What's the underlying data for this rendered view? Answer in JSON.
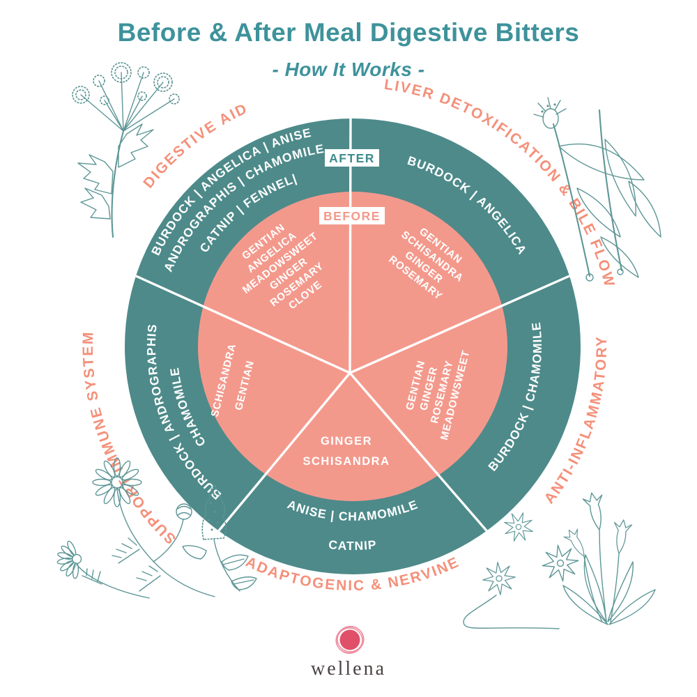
{
  "title": "Before & After Meal Digestive Bitters",
  "subtitle": "- How It Works -",
  "badges": {
    "after": "AFTER",
    "before": "BEFORE"
  },
  "categories": {
    "digestive": "DIGESTIVE AID",
    "liver": "LIVER DETOXIFICATION & BILE FLOW",
    "anti": "ANTI-INFLAMMATORY",
    "adaptogenic": "ADAPTOGENIC & NERVINE",
    "immune": "SUPPORT IMMUNE SYSTEM"
  },
  "ring": {
    "digestive": [
      "BURDOCK | ANGELICA | ANISE",
      "ANDROGRAPHIS | CHAMOMILE",
      "CATNIP | FENNEL|"
    ],
    "liver": [
      "BURDOCK | ANGELICA"
    ],
    "anti": [
      "BURDOCK | CHAMOMILE"
    ],
    "adaptogenic": [
      "ANISE | CHAMOMILE",
      "CATNIP"
    ],
    "immune": [
      "BURDOCK | ANDROGRAPHIS",
      "CHAMOMILE"
    ]
  },
  "inner": {
    "digestive": [
      "GENTIAN",
      "ANGELICA",
      "MEADOWSWEET",
      "GINGER",
      "ROSEMARY",
      "CLOVE"
    ],
    "liver": [
      "GENTIAN",
      "SCHISANDRA",
      "GINGER",
      "ROSEMARY"
    ],
    "anti": [
      "GENTIAN",
      "GINGER",
      "ROSEMARY",
      "MEADOWSWEET"
    ],
    "adaptogenic": [
      "GINGER",
      "SCHISANDRA"
    ],
    "immune": [
      "SCHISANDRA",
      "GENTIAN"
    ]
  },
  "logo": {
    "brand": "wellena"
  },
  "colors": {
    "teal": "#4E8A8A",
    "coral": "#F3998C",
    "accent_coral": "#F4907A",
    "title_teal": "#3E929B",
    "text_white": "#FFFFFF",
    "logo_pink": "#E05068",
    "logo_text": "#4A4242",
    "botanical_teal": "#5E9696"
  }
}
